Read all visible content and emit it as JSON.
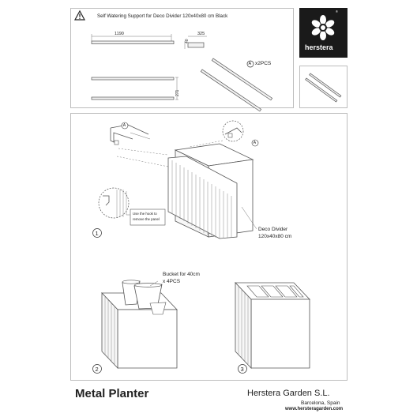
{
  "header": {
    "warning_icon": "warning-triangle-icon",
    "title": "Self Watering Support for Deco Divider 120x40x80 cm Black",
    "dim_length": "1190",
    "dim_end": "325",
    "dim_height": "40",
    "dim_rail_height": "271",
    "part_label": "A",
    "part_qty": "x2PCS"
  },
  "brand": {
    "logo_icon": "flower-logo-icon",
    "name": "herstera",
    "registered": "®"
  },
  "steps": {
    "step1": "1",
    "step2": "2",
    "step3": "3",
    "callout_a": "A",
    "callout_b": "A",
    "hook_note_line1": "Use the hook to",
    "hook_note_line2": "remove the panel",
    "deco_label_line1": "Deco Divider",
    "deco_label_line2": "120x40x80 cm",
    "bucket_label_line1": "Bucket for 40cm",
    "bucket_label_line2": "x 4PCS"
  },
  "footer": {
    "product": "Metal Planter",
    "company": "Herstera Garden S.L.",
    "city": "Barcelona, Spain",
    "website": "www.hersteragarden.com"
  }
}
